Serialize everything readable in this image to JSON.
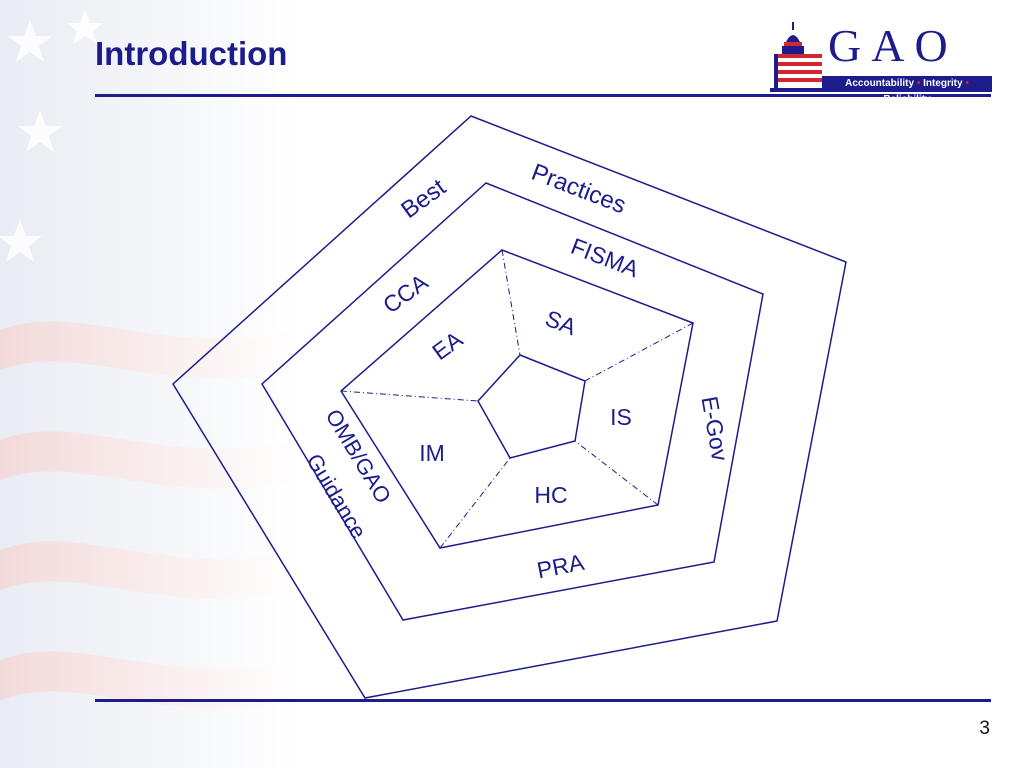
{
  "slide": {
    "title": "Introduction",
    "page_number": "3"
  },
  "logo": {
    "wordmark": "GAO",
    "tagline_parts": [
      "Accountability",
      "Integrity",
      "Reliability"
    ],
    "tagline_separator": "•"
  },
  "diagram": {
    "outer_ring_labels": [
      "Best",
      "Practices"
    ],
    "middle_ring_labels": [
      "FISMA",
      "E-Gov",
      "PRA",
      "OMB/GAO",
      "Guidance",
      "CCA"
    ],
    "inner_segment_labels": [
      "SA",
      "IS",
      "HC",
      "IM",
      "EA"
    ]
  },
  "colors": {
    "primary": "#1c1c8c",
    "accent_red": "#d0282e"
  }
}
